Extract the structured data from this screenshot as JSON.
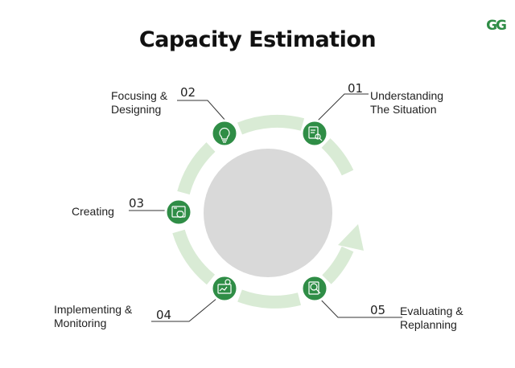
{
  "title": "Capacity Estimation",
  "logo_text": "GG",
  "colors": {
    "ring": "#d9ebd5",
    "node": "#2f8d46",
    "center": "#d9d9d9",
    "line": "#333333"
  },
  "steps": [
    {
      "number": "01",
      "label_line1": "Understanding",
      "label_line2": "The Situation",
      "icon": "document-search-icon"
    },
    {
      "number": "02",
      "label_line1": "Focusing &",
      "label_line2": "Designing",
      "icon": "lightbulb-icon"
    },
    {
      "number": "03",
      "label_line1": "Creating",
      "label_line2": "",
      "icon": "chart-board-icon"
    },
    {
      "number": "04",
      "label_line1": "Implementing &",
      "label_line2": "Monitoring",
      "icon": "monitor-gear-icon"
    },
    {
      "number": "05",
      "label_line1": "Evaluating &",
      "label_line2": "Replanning",
      "icon": "magnifier-document-icon"
    }
  ]
}
